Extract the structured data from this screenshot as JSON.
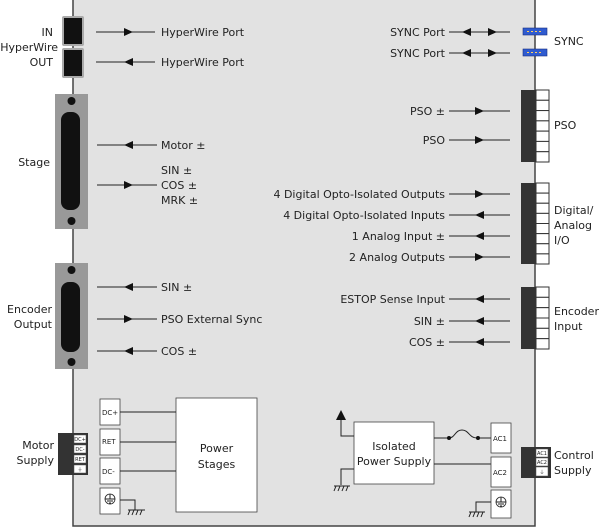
{
  "left": {
    "hyperwire": {
      "in": "IN",
      "name": "HyperWire",
      "out": "OUT",
      "port_in": "HyperWire Port",
      "port_out": "HyperWire Port"
    },
    "stage": {
      "label": "Stage",
      "motor": "Motor ±",
      "sin": "SIN ±",
      "cos": "COS ±",
      "mrk": "MRK ±"
    },
    "encoder_output": {
      "label1": "Encoder",
      "label2": "Output",
      "sin": "SIN ±",
      "pso": "PSO External Sync",
      "cos": "COS ±"
    },
    "motor_supply": {
      "label1": "Motor",
      "label2": "Supply",
      "pins": [
        "DC+",
        "DC-",
        "RET",
        "⏚"
      ]
    },
    "power": {
      "dcp": "DC+",
      "ret": "RET",
      "dcm": "DC-",
      "stage1": "Power",
      "stage2": "Stages"
    }
  },
  "right": {
    "sync": {
      "label": "SYNC",
      "port1": "SYNC Port",
      "port2": "SYNC Port",
      "color": "#2f5bd0"
    },
    "pso": {
      "label": "PSO",
      "sig1": "PSO ±",
      "sig2": "PSO"
    },
    "dio": {
      "label1": "Digital/",
      "label2": "Analog",
      "label3": "I/O",
      "sig1": "4 Digital Opto-Isolated Outputs",
      "sig2": "4 Digital Opto-Isolated Inputs",
      "sig3": "1 Analog Input ±",
      "sig4": "2 Analog Outputs"
    },
    "encoder_input": {
      "label1": "Encoder",
      "label2": "Input",
      "sig1": "ESTOP Sense Input",
      "sig2": "SIN ±",
      "sig3": "COS ±"
    },
    "control": {
      "label1": "Control",
      "label2": "Supply",
      "pins": [
        "AC1",
        "AC2",
        "⏚"
      ],
      "ac1": "AC1",
      "ac2": "AC2",
      "iso1": "Isolated",
      "iso2": "Power Supply"
    }
  }
}
